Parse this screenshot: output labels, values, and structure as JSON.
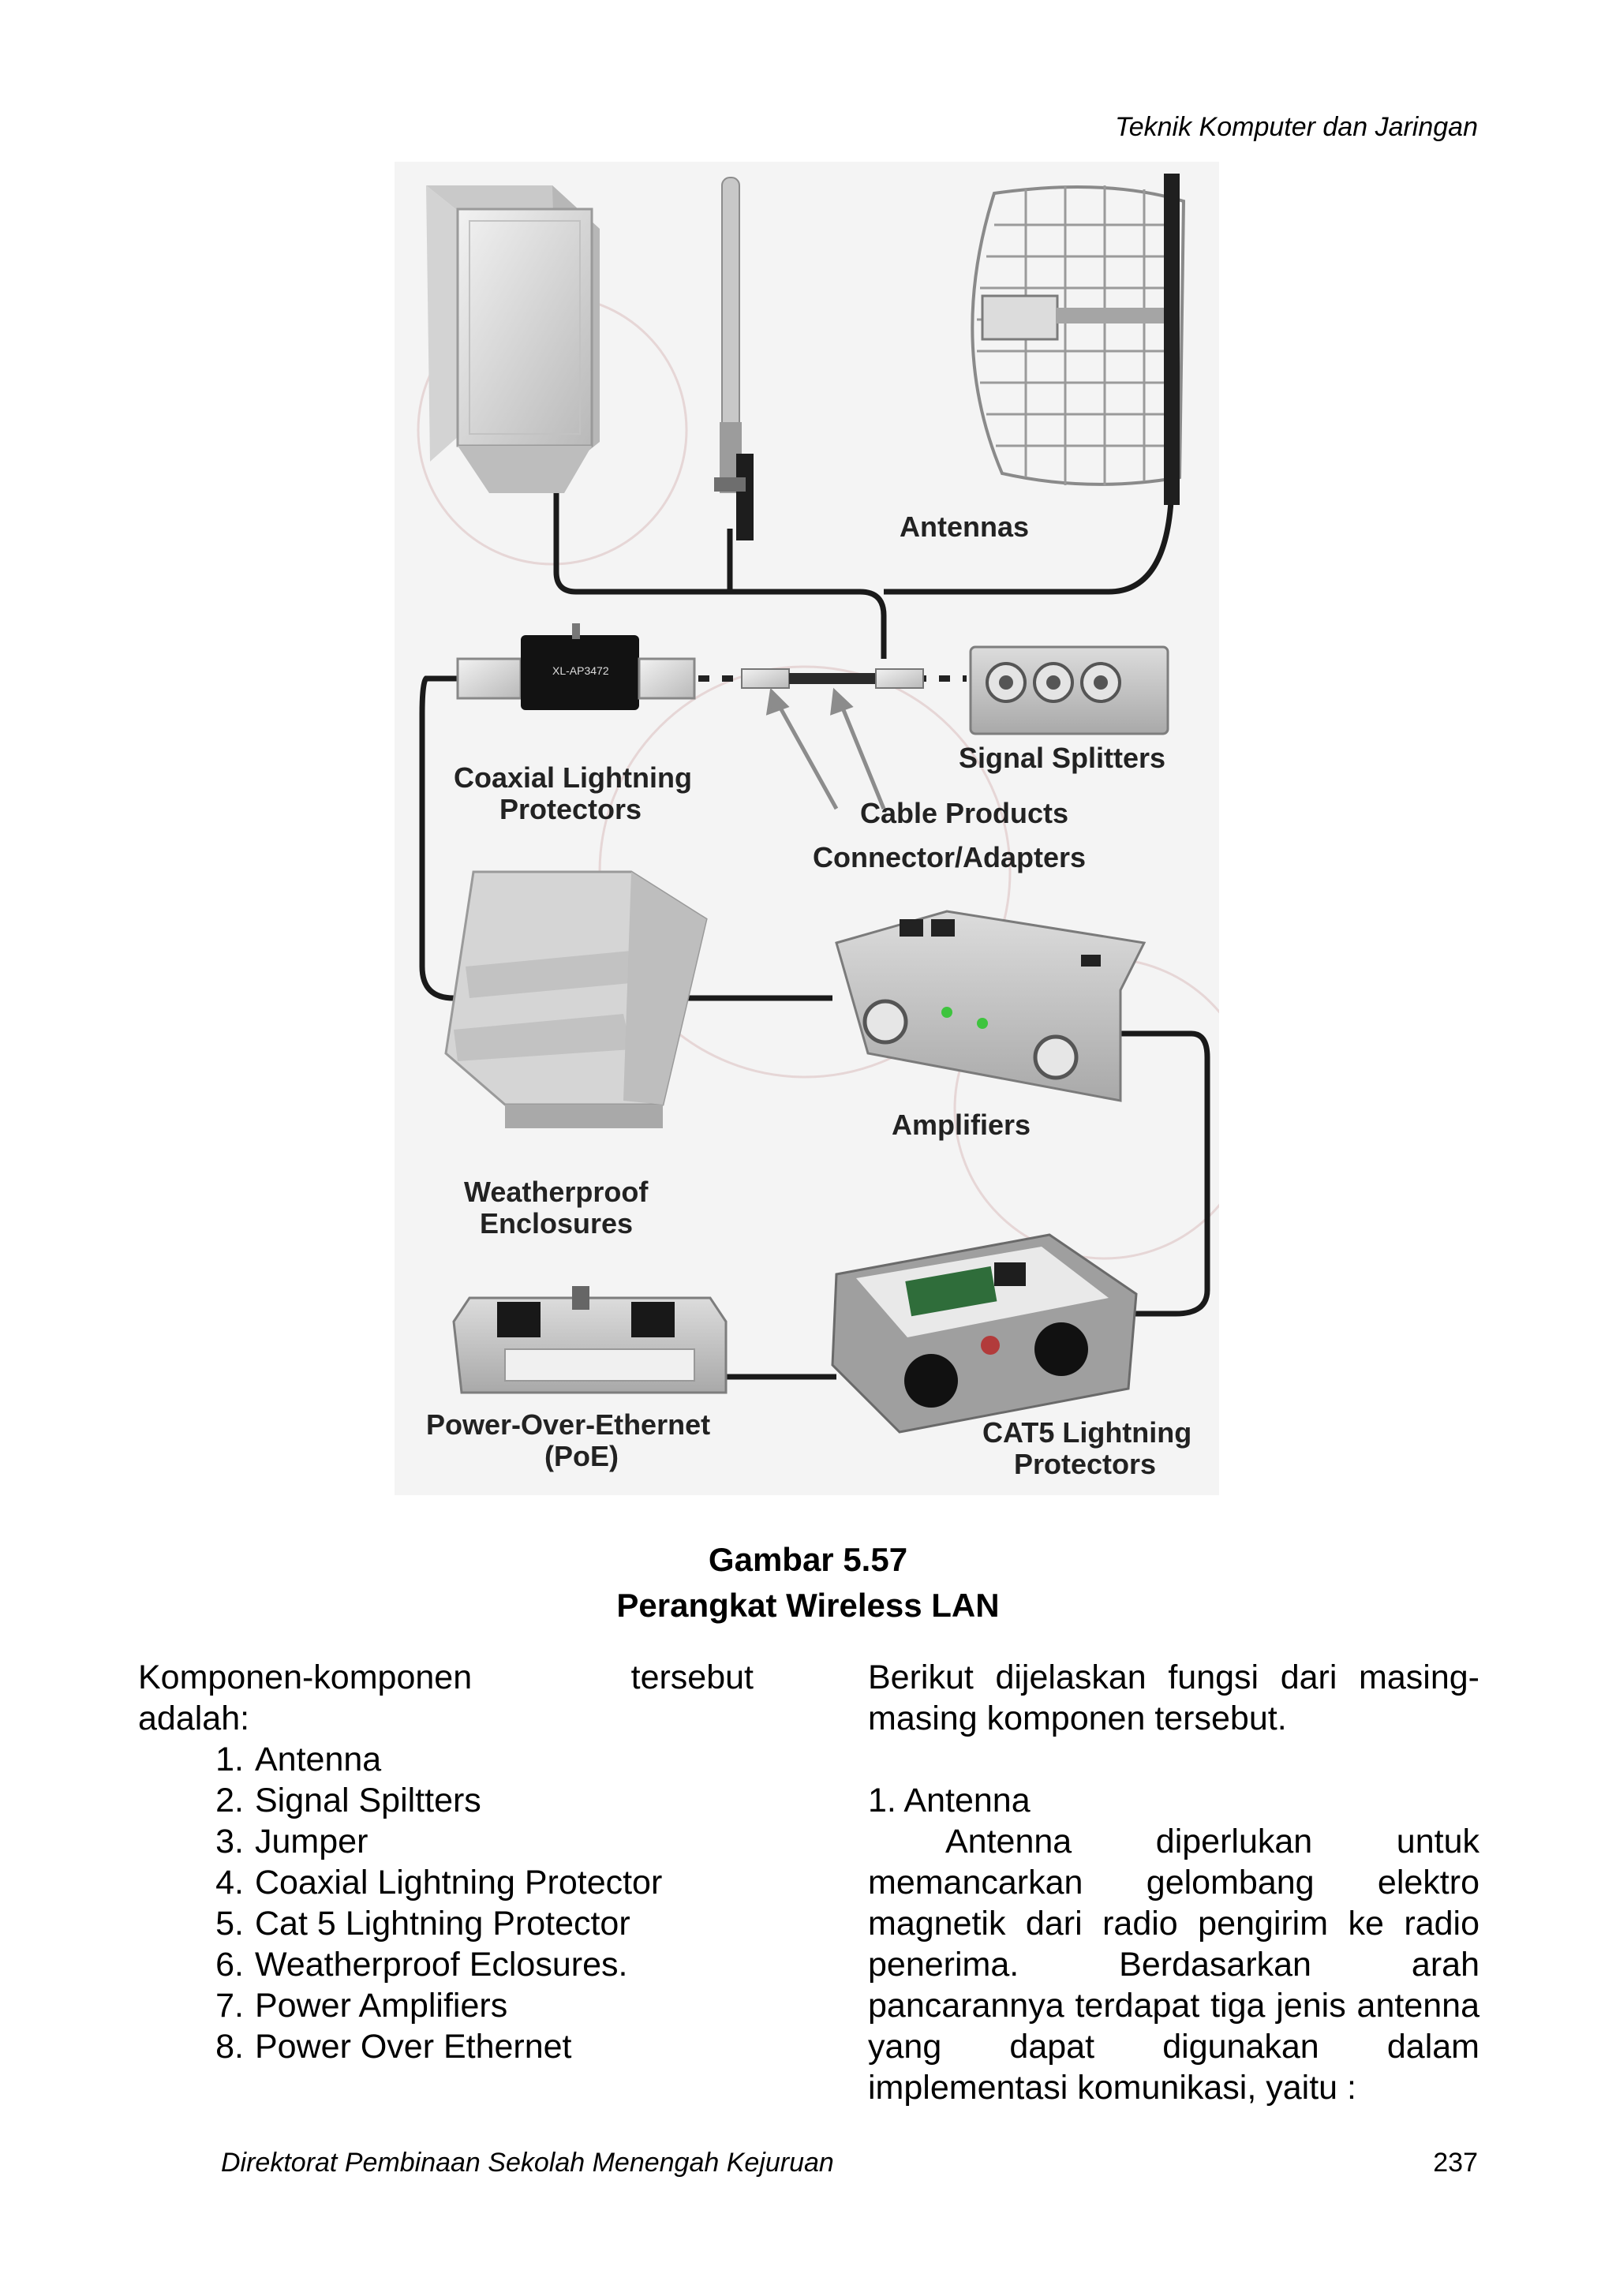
{
  "header": {
    "running_title": "Teknik Komputer dan Jaringan"
  },
  "figure": {
    "labels": {
      "antennas": "Antennas",
      "coax1": "Coaxial Lightning",
      "coax2": "Protectors",
      "splitters": "Signal Splitters",
      "cable": "Cable Products",
      "connector": "Connector/Adapters",
      "amplifiers": "Amplifiers",
      "weather1": "Weatherproof",
      "weather2": "Enclosures",
      "poe1": "Power-Over-Ethernet",
      "poe2": "(PoE)",
      "cat51": "CAT5 Lightning",
      "cat52": "Protectors"
    }
  },
  "caption": {
    "number": "Gambar 5.57",
    "title": "Perangkat Wireless LAN"
  },
  "left_column": {
    "intro_line1": "Komponen-komponen tersebut",
    "intro_line2": "adalah:",
    "items": [
      {
        "num": "1.",
        "text": "Antenna"
      },
      {
        "num": "2.",
        "text": "Signal Spiltters"
      },
      {
        "num": "3.",
        "text": "Jumper"
      },
      {
        "num": "4.",
        "text": "Coaxial Lightning Protector"
      },
      {
        "num": "5.",
        "text": "Cat 5 Lightning Protector"
      },
      {
        "num": "6.",
        "text": "Weatherproof Eclosures."
      },
      {
        "num": "7.",
        "text": "Power Amplifiers"
      },
      {
        "num": "8.",
        "text": "Power Over Ethernet"
      }
    ]
  },
  "right_column": {
    "intro": "Berikut dijelaskan fungsi dari masing-masing komponen tersebut.",
    "section_title": "1. Antenna",
    "paragraph": "Antenna diperlukan untuk memancarkan gelombang elektro magnetik dari radio pengirim ke radio penerima. Berdasarkan arah pancarannya terdapat tiga jenis antenna yang dapat digunakan dalam implementasi komunikasi, yaitu :"
  },
  "footer": {
    "publisher": "Direktorat Pembinaan Sekolah Menengah Kejuruan",
    "page_number": "237"
  }
}
